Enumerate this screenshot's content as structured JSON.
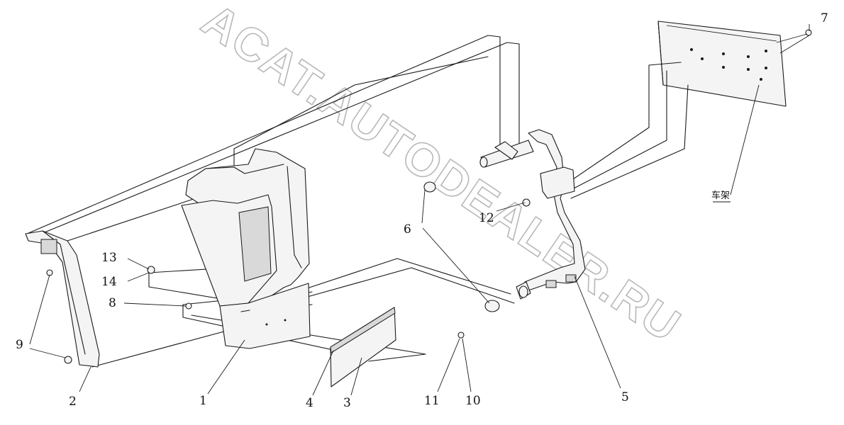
{
  "watermark": "ACAT.AUTODEALER.RU",
  "frame_label": "车架",
  "callouts": {
    "c1": "1",
    "c2": "2",
    "c3": "3",
    "c4": "4",
    "c5": "5",
    "c6": "6",
    "c7": "7",
    "c8": "8",
    "c9": "9",
    "c10": "10",
    "c11": "11",
    "c12": "12",
    "c13": "13",
    "c14": "14"
  }
}
